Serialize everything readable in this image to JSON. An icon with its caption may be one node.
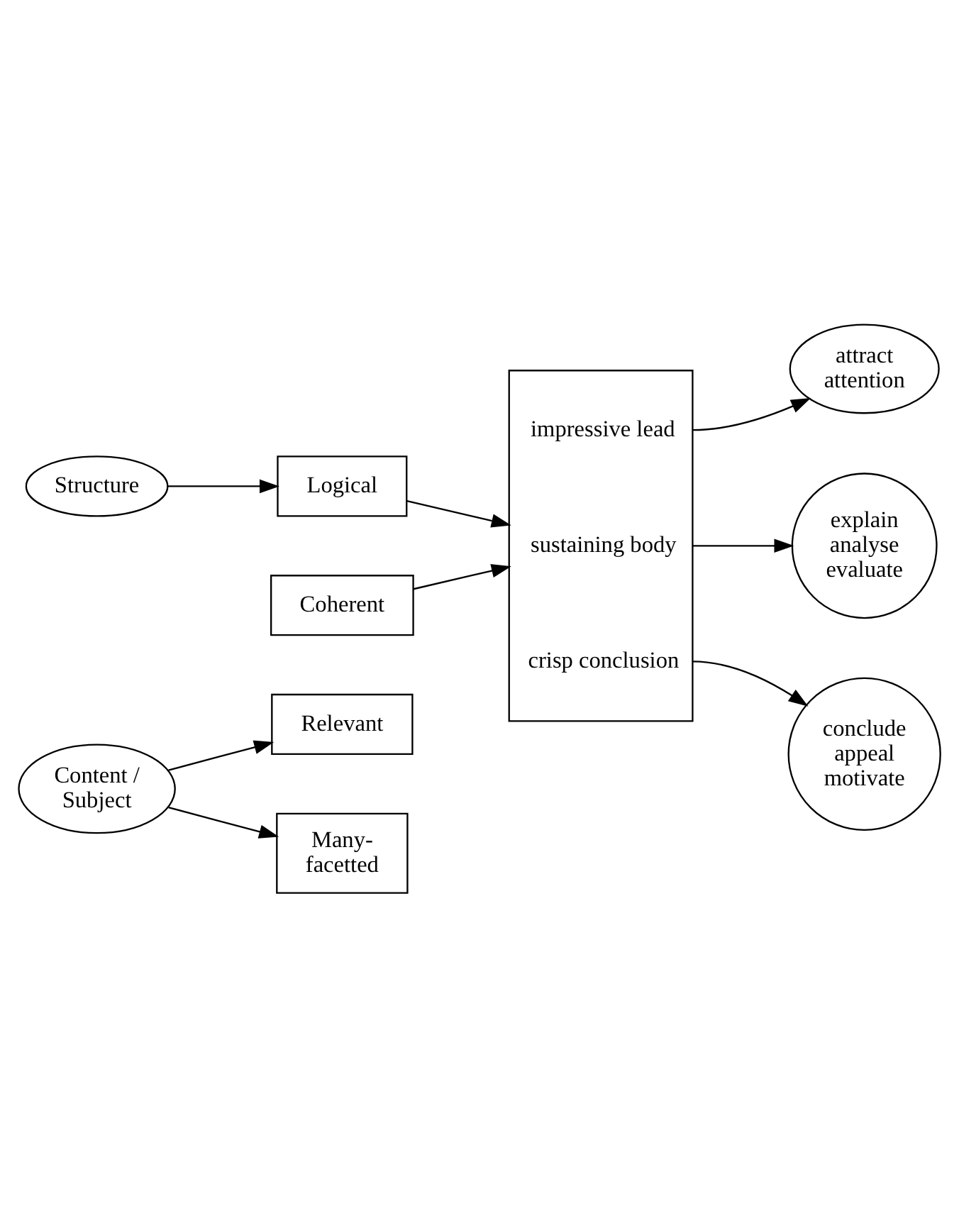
{
  "diagram": {
    "nodes": [
      {
        "text": [
          "Content / Subject"
        ]
      },
      {
        "text": [
          "Relevant"
        ]
      },
      {
        "text": [
          "Many- facetted"
        ]
      },
      {
        "text": [
          "Structure"
        ]
      },
      {
        "text": [
          "Logical"
        ]
      },
      {
        "text": [
          "Coherent"
        ]
      },
      {
        "text": [
          "impressive lead",
          "sustaining body",
          "crisp conclusion"
        ]
      },
      {
        "text": [
          "attract attention"
        ]
      },
      {
        "text": [
          "explain analyse evaluate"
        ]
      },
      {
        "text": [
          "conclude appeal motivate"
        ]
      }
    ],
    "edges": [
      {
        "from": 0,
        "to": 1,
        "arrow": "to"
      },
      {
        "from": 0,
        "to": 2,
        "arrow": "to"
      },
      {
        "from": 3,
        "to": 4,
        "arrow": "to"
      },
      {
        "from": 4,
        "to": 6,
        "arrow": "to"
      },
      {
        "from": 5,
        "to": 6,
        "arrow": "to"
      },
      {
        "from": 6,
        "to": 7,
        "arrow": "to"
      },
      {
        "from": 6,
        "to": 8,
        "arrow": "to"
      },
      {
        "from": 6,
        "to": 9,
        "arrow": "to"
      }
    ]
  }
}
